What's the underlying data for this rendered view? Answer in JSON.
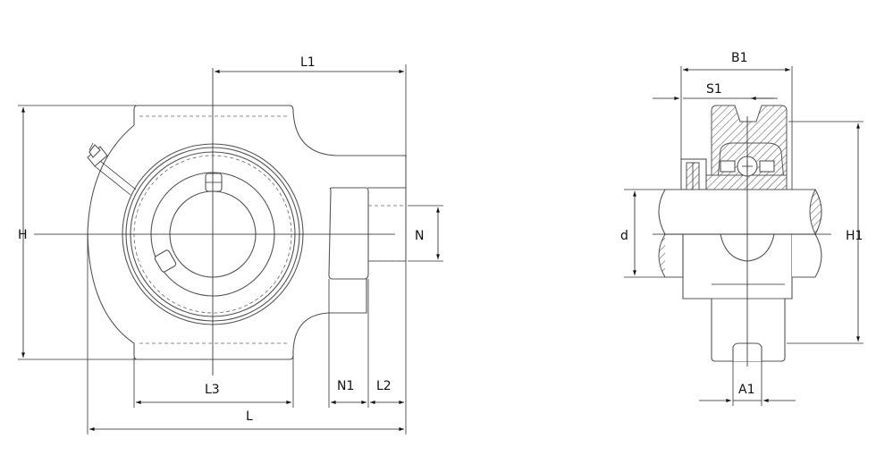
{
  "labels": {
    "L1": "L1",
    "H": "H",
    "N": "N",
    "L3": "L3",
    "N1": "N1",
    "L2": "L2",
    "L": "L",
    "B1": "B1",
    "S1": "S1",
    "d": "d",
    "H1": "H1",
    "A1": "A1"
  },
  "colors": {
    "outline": "#555555",
    "dimension": "#222222",
    "background": "#ffffff"
  }
}
